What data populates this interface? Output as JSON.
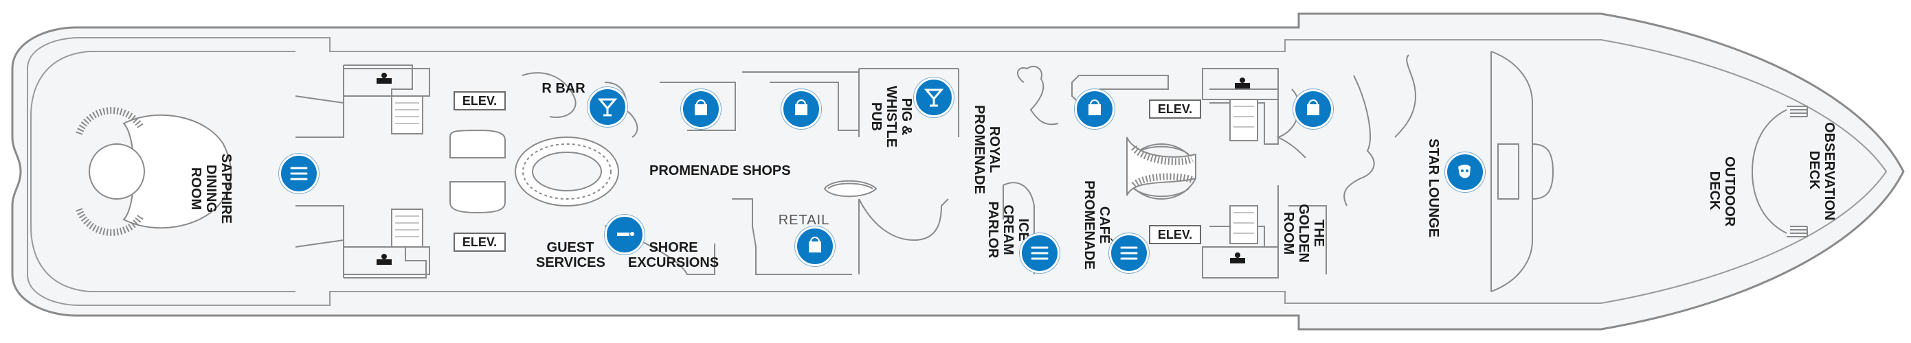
{
  "map": {
    "colors": {
      "deck_fill": "#f4f5f6",
      "outline": "#8a8a8a",
      "icon_blue": "#0a7ac4"
    },
    "labels": {
      "sapphire": "SAPPHIRE\nDINING\nROOM",
      "r_bar": "R BAR",
      "promenade_shops": "PROMENADE SHOPS",
      "pig_whistle": "PIG &\nWHISTLE\nPUB",
      "royal_promenade": "ROYAL\nPROMENADE",
      "retail": "RETAIL",
      "guest_services": "GUEST\nSERVICES",
      "shore_excursions": "SHORE\nEXCURSIONS",
      "ice_cream": "ICE\nCREAM\nPARLOR",
      "cafe_promenade": "CAFÉ\nPROMENADE",
      "golden_room": "THE\nGOLDEN\nROOM",
      "star_lounge": "STAR LOUNGE",
      "outdoor_deck": "OUTDOOR\nDECK",
      "observation_deck": "OBSERVATION\nDECK"
    },
    "elevators": {
      "e1": "ELEV.",
      "e2": "ELEV.",
      "e3": "ELEV.",
      "e4": "ELEV."
    },
    "icons": {
      "dining_sapphire": "dining-icon",
      "bar_rbar": "cocktail-icon",
      "bar_pub": "cocktail-icon",
      "shop": "shopping-bag-icon",
      "info": "information-icon",
      "dining": "dining-icon",
      "entertainment": "theater-masks-icon",
      "restroom": "restroom-icon"
    }
  }
}
